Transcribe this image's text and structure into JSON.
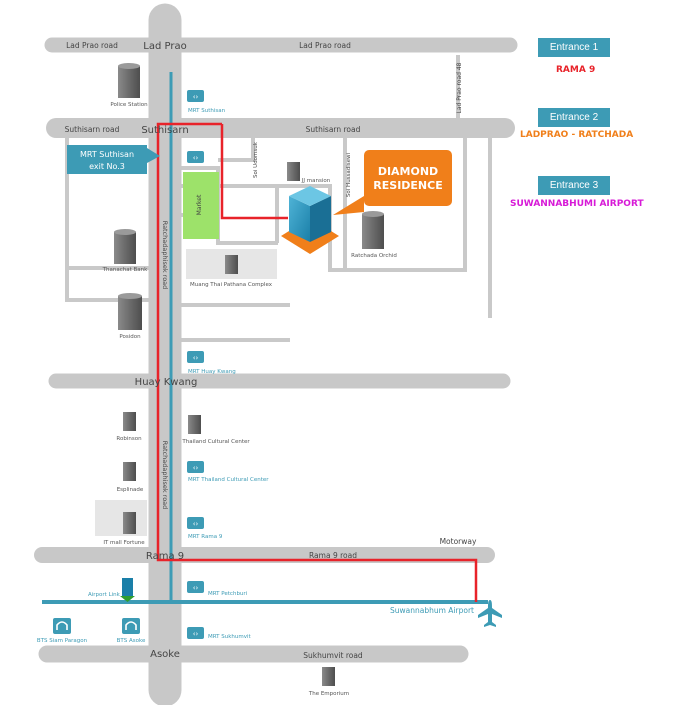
{
  "roads": {
    "lad_prao_road_left": "Lad Prao road",
    "lad_prao_road_right": "Lad Prao road",
    "lad_prao_junction": "Lad Prao",
    "lad_prao_road_48": "Lad Prao road 48",
    "suthisarn_road_left": "Suthisarn road",
    "suthisarn_road_right": "Suthisarn road",
    "suthisarn_junction": "Suthisarn",
    "huay_kwang_junction": "Huay Kwang",
    "rama9_junction": "Rama 9",
    "rama9_road": "Rama 9 road",
    "motorway": "Motorway",
    "asoke_junction": "Asoke",
    "sukhumvit_road": "Sukhumvit road",
    "ratchadaphisek_upper": "Ratchadaphisek road",
    "ratchadaphisek_lower": "Ratchadaphisek road",
    "soi_udomsuk": "Soi Udomsuk",
    "soi_hussadisewi": "Soi Hussadisewi"
  },
  "places": {
    "police_station": "Police Station",
    "thanachat_bank": "Thanachat Bank",
    "posidon": "Posidon",
    "market": "Market",
    "muang_thai_pathana": "Muang Thai Pathana Complex",
    "jj_mansion": "JJ mansion",
    "ratchada_orchid": "Ratchada Orchid",
    "robinson": "Robinson",
    "thailand_cultural_center": "Thailand Cultural Center",
    "esplanade": "Esplinade",
    "it_mall_fortune": "IT mall Fortune",
    "the_emporium": "The Emporium",
    "diamond_residence": [
      "DIAMOND",
      "RESIDENCE"
    ],
    "mrt_exit_callout": [
      "MRT Suthisan",
      "exit No.3"
    ]
  },
  "stations": {
    "mrt_suthisan": "MRT Suthisan",
    "mrt_huay_kwang": "MRT Huay Kwang",
    "mrt_thailand_cultural_center": "MRT Thailand Cultural Center",
    "mrt_rama9": "MRT Rama 9",
    "mrt_petchburi": "MRT Petchburi",
    "mrt_sukhumvit": "MRT Sukhumvit",
    "airport_link": "Airport Link",
    "bts_siam_paragon": "BTS Siam Paragon",
    "bts_asoke": "BTS Asoke",
    "suvarnabhumi_airport": "Suwannabhum Airport"
  },
  "legend": [
    {
      "button": "Entrance 1",
      "label": "RAMA 9",
      "color": "#e8232a"
    },
    {
      "button": "Entrance 2",
      "label": "LADPRAO - RATCHADA",
      "color": "#f07f1a"
    },
    {
      "button": "Entrance 3",
      "label": "SUWANNABHUMI AIRPORT",
      "color": "#d71ad7"
    }
  ],
  "colors": {
    "road": "#c8c8c8",
    "minor_road": "#c9c9c9",
    "mrt_line": "#3d9bb5",
    "route_line": "#e8232a",
    "market": "#9de26a",
    "diamond_callout": "#f07f1a",
    "legend_button": "#3d9bb5"
  },
  "icons": {
    "mrt": "mrt-station-icon",
    "bts": "bts-station-icon",
    "building": "building-icon",
    "airplane": "airplane-icon"
  }
}
